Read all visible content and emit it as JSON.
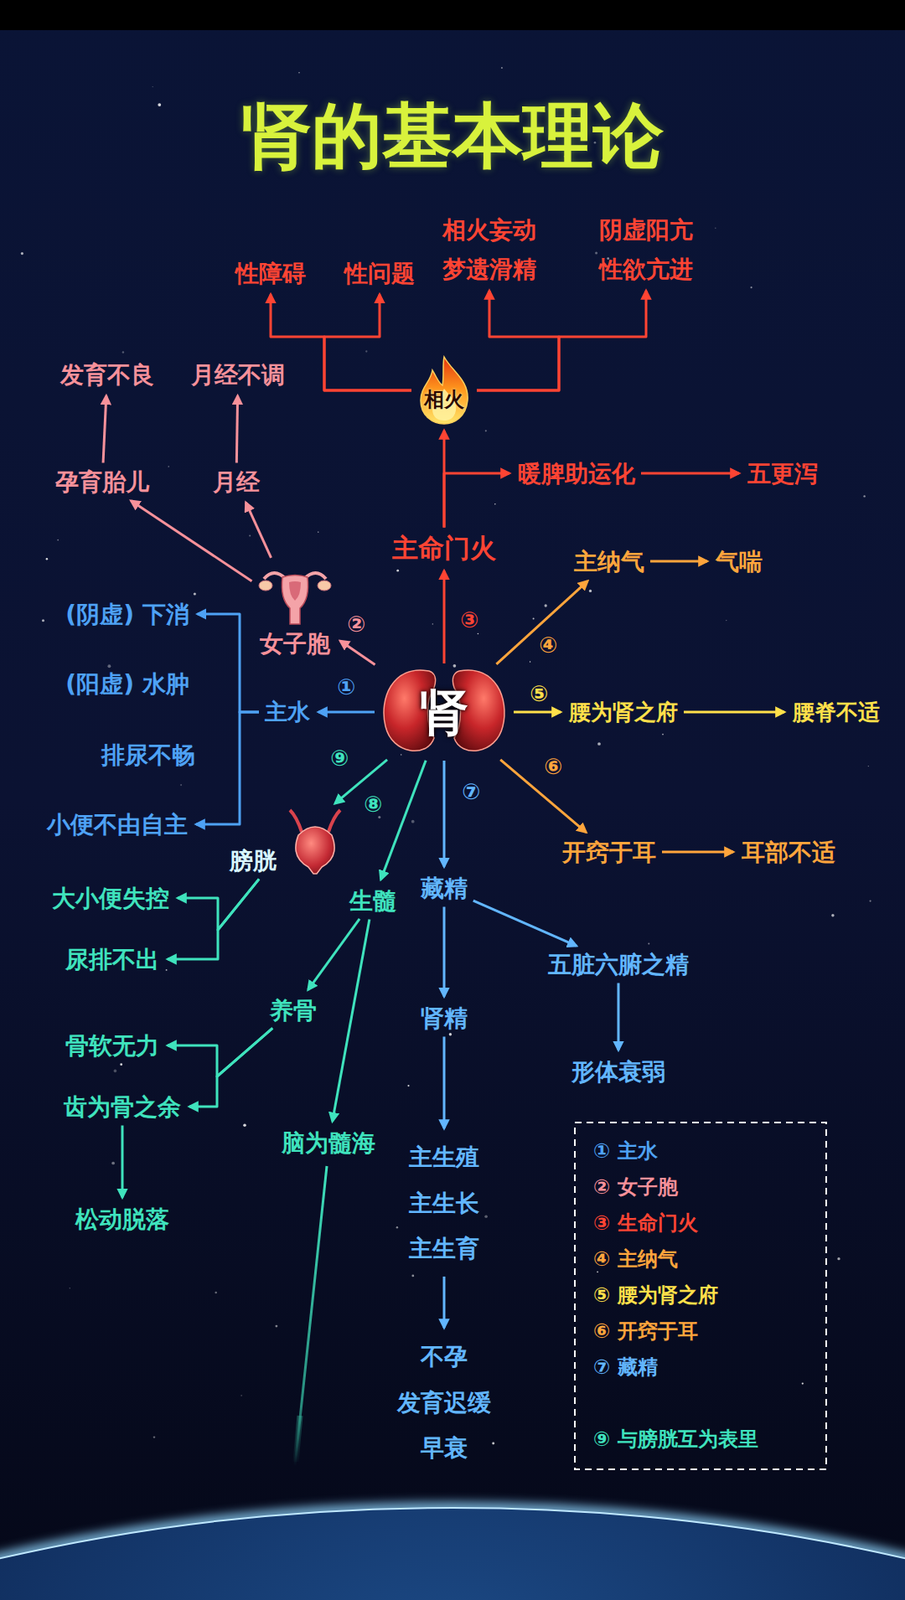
{
  "diagram": {
    "title": "肾的基本理论",
    "nodes": [
      {
        "text": [
          "肾"
        ]
      },
      {
        "text": [
          "主水"
        ]
      },
      {
        "text": [
          "(阴虚) 下消"
        ]
      },
      {
        "text": [
          "(阳虚) 水肿"
        ]
      },
      {
        "text": [
          "排尿不畅"
        ]
      },
      {
        "text": [
          "小便不由自主"
        ]
      },
      {
        "text": [
          "女子胞"
        ]
      },
      {
        "text": [
          "孕育胎儿"
        ]
      },
      {
        "text": [
          "月经"
        ]
      },
      {
        "text": [
          "发育不良"
        ]
      },
      {
        "text": [
          "月经不调"
        ]
      },
      {
        "text": [
          "主命门火"
        ]
      },
      {
        "text": [
          "暖脾助运化"
        ]
      },
      {
        "text": [
          "五更泻"
        ]
      },
      {
        "text": [
          "相火"
        ]
      },
      {
        "text": [
          "性障碍"
        ]
      },
      {
        "text": [
          "性问题"
        ]
      },
      {
        "text": [
          "相火妄动",
          "梦遗滑精"
        ]
      },
      {
        "text": [
          "阴虚阳亢",
          "性欲亢进"
        ]
      },
      {
        "text": [
          "主纳气"
        ]
      },
      {
        "text": [
          "气喘"
        ]
      },
      {
        "text": [
          "腰为肾之府"
        ]
      },
      {
        "text": [
          "腰脊不适"
        ]
      },
      {
        "text": [
          "开窍于耳"
        ]
      },
      {
        "text": [
          "耳部不适"
        ]
      },
      {
        "text": [
          "藏精"
        ]
      },
      {
        "text": [
          "五脏六腑之精"
        ]
      },
      {
        "text": [
          "形体衰弱"
        ]
      },
      {
        "text": [
          "肾精"
        ]
      },
      {
        "text": [
          "主生殖 主生长 主生育"
        ]
      },
      {
        "text": [
          "不孕 发育迟缓 早衰"
        ]
      },
      {
        "text": [
          "膀胱"
        ]
      },
      {
        "text": [
          "大小便失控"
        ]
      },
      {
        "text": [
          "尿排不出"
        ]
      },
      {
        "text": [
          "生髓"
        ]
      },
      {
        "text": [
          "养骨"
        ]
      },
      {
        "text": [
          "骨软无力"
        ]
      },
      {
        "text": [
          "齿为骨之余"
        ]
      },
      {
        "text": [
          "松动脱落"
        ]
      },
      {
        "text": [
          "脑为髓海"
        ]
      }
    ],
    "edges": [
      {
        "from": 0,
        "to": 1,
        "arrow": "to"
      },
      {
        "from": 1,
        "to": 2,
        "arrow": "to"
      },
      {
        "from": 1,
        "to": 5,
        "arrow": "to"
      },
      {
        "from": 0,
        "to": 6,
        "arrow": "to"
      },
      {
        "from": 6,
        "to": 7,
        "arrow": "to"
      },
      {
        "from": 6,
        "to": 8,
        "arrow": "to"
      },
      {
        "from": 7,
        "to": 9,
        "arrow": "to"
      },
      {
        "from": 8,
        "to": 10,
        "arrow": "to"
      },
      {
        "from": 0,
        "to": 11,
        "arrow": "to"
      },
      {
        "from": 11,
        "to": 14,
        "arrow": "to"
      },
      {
        "from": 11,
        "to": 12,
        "arrow": "to"
      },
      {
        "from": 12,
        "to": 13,
        "arrow": "to"
      },
      {
        "from": 14,
        "to": 15,
        "arrow": "to"
      },
      {
        "from": 14,
        "to": 16,
        "arrow": "to"
      },
      {
        "from": 14,
        "to": 17,
        "arrow": "to"
      },
      {
        "from": 14,
        "to": 18,
        "arrow": "to"
      },
      {
        "from": 0,
        "to": 19,
        "arrow": "to"
      },
      {
        "from": 19,
        "to": 20,
        "arrow": "to"
      },
      {
        "from": 0,
        "to": 21,
        "arrow": "to"
      },
      {
        "from": 21,
        "to": 22,
        "arrow": "to"
      },
      {
        "from": 0,
        "to": 23,
        "arrow": "to"
      },
      {
        "from": 23,
        "to": 24,
        "arrow": "to"
      },
      {
        "from": 0,
        "to": 25,
        "arrow": "to"
      },
      {
        "from": 25,
        "to": 28,
        "arrow": "to"
      },
      {
        "from": 25,
        "to": 26,
        "arrow": "to"
      },
      {
        "from": 26,
        "to": 27,
        "arrow": "to"
      },
      {
        "from": 28,
        "to": 29,
        "arrow": "to"
      },
      {
        "from": 29,
        "to": 30,
        "arrow": "to"
      },
      {
        "from": 0,
        "to": 31,
        "arrow": "to"
      },
      {
        "from": 31,
        "to": 32,
        "arrow": "to"
      },
      {
        "from": 31,
        "to": 33,
        "arrow": "to"
      },
      {
        "from": 0,
        "to": 34,
        "arrow": "to"
      },
      {
        "from": 34,
        "to": 35,
        "arrow": "to"
      },
      {
        "from": 34,
        "to": 39,
        "arrow": "to"
      },
      {
        "from": 35,
        "to": 36,
        "arrow": "to"
      },
      {
        "from": 35,
        "to": 37,
        "arrow": "to"
      },
      {
        "from": 37,
        "to": 38,
        "arrow": "to"
      }
    ],
    "labels": [
      "①",
      "②",
      "③",
      "④",
      "⑤",
      "⑥",
      "⑦",
      "⑧",
      "⑨"
    ],
    "legend": [
      {
        "text": "① 主水"
      },
      {
        "text": "② 女子胞"
      },
      {
        "text": "③ 生命门火"
      },
      {
        "text": "④ 主纳气"
      },
      {
        "text": "⑤ 腰为肾之府"
      },
      {
        "text": "⑥ 开窍于耳"
      },
      {
        "text": "⑦ 藏精"
      },
      {
        "text": "⑨ 与膀胱互为表里"
      }
    ]
  }
}
